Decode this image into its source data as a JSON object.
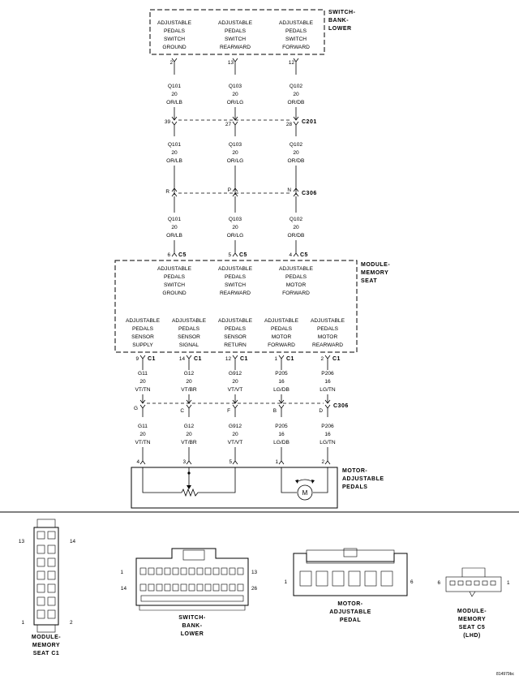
{
  "components": {
    "switch_bank": {
      "name": [
        "SWITCH-",
        "BANK-",
        "LOWER"
      ],
      "switches": [
        [
          "ADJUSTABLE",
          "PEDALS",
          "SWITCH",
          "GROUND"
        ],
        [
          "ADJUSTABLE",
          "PEDALS",
          "SWITCH",
          "REARWARD"
        ],
        [
          "ADJUSTABLE",
          "PEDALS",
          "SWITCH",
          "FORWARD"
        ]
      ]
    },
    "module": {
      "name": [
        "MODULE-",
        "MEMORY",
        "SEAT"
      ],
      "upper": [
        [
          "ADJUSTABLE",
          "PEDALS",
          "SWITCH",
          "GROUND"
        ],
        [
          "ADJUSTABLE",
          "PEDALS",
          "SWITCH",
          "REARWARD"
        ],
        [
          "ADJUSTABLE",
          "PEDALS",
          "MOTOR",
          "FORWARD"
        ]
      ],
      "lower": [
        [
          "ADJUSTABLE",
          "PEDALS",
          "SENSOR",
          "SUPPLY"
        ],
        [
          "ADJUSTABLE",
          "PEDALS",
          "SENSOR",
          "SIGNAL"
        ],
        [
          "ADJUSTABLE",
          "PEDALS",
          "SENSOR",
          "RETURN"
        ],
        [
          "ADJUSTABLE",
          "PEDALS",
          "MOTOR",
          "FORWARD"
        ],
        [
          "ADJUSTABLE",
          "PEDALS",
          "MOTOR",
          "REARWARD"
        ]
      ]
    },
    "motor": {
      "name": [
        "MOTOR-",
        "ADJUSTABLE",
        "PEDALS"
      ],
      "motor_symbol": "M"
    }
  },
  "upper_wires": [
    {
      "switch_pin": "2",
      "c201_pin": "39",
      "c306_pin": "R",
      "c5_pin": "6",
      "circuit": [
        "Q101",
        "20",
        "OR/LB"
      ]
    },
    {
      "switch_pin": "13",
      "c201_pin": "27",
      "c306_pin": "P",
      "c5_pin": "5",
      "circuit": [
        "Q103",
        "20",
        "OR/LG"
      ]
    },
    {
      "switch_pin": "12",
      "c201_pin": "28",
      "c306_pin": "N",
      "c5_pin": "4",
      "circuit": [
        "Q102",
        "20",
        "OR/DB"
      ]
    }
  ],
  "lower_wires": [
    {
      "c1_pin": "9",
      "c306_pin": "G",
      "motor_pin": "4",
      "circuit": [
        "G11",
        "20",
        "VT/TN"
      ]
    },
    {
      "c1_pin": "14",
      "c306_pin": "C",
      "motor_pin": "3",
      "circuit": [
        "G12",
        "20",
        "VT/BR"
      ]
    },
    {
      "c1_pin": "12",
      "c306_pin": "F",
      "motor_pin": "5",
      "circuit": [
        "G912",
        "20",
        "VT/VT"
      ]
    },
    {
      "c1_pin": "1",
      "c306_pin": "B",
      "motor_pin": "1",
      "circuit": [
        "P205",
        "16",
        "LG/DB"
      ]
    },
    {
      "c1_pin": "2",
      "c306_pin": "D",
      "motor_pin": "2",
      "circuit": [
        "P206",
        "16",
        "LG/TN"
      ]
    }
  ],
  "connectors": {
    "c201": "C201",
    "c306": "C306",
    "c5": "C5",
    "c1": "C1"
  },
  "connector_views": [
    {
      "id": "module-memory-seat-c1",
      "label": [
        "MODULE-",
        "MEMORY",
        "SEAT C1"
      ],
      "pins": [
        "13",
        "14",
        "1",
        "2"
      ]
    },
    {
      "id": "switch-bank-lower",
      "label": [
        "SWITCH-",
        "BANK-",
        "LOWER"
      ],
      "pins": [
        "1",
        "13",
        "14",
        "26"
      ]
    },
    {
      "id": "motor-adjustable-pedal",
      "label": [
        "MOTOR-",
        "ADJUSTABLE",
        "PEDAL"
      ],
      "pins": [
        "1",
        "6"
      ]
    },
    {
      "id": "module-memory-seat-c5",
      "label": [
        "MODULE-",
        "MEMORY",
        "SEAT C5",
        "(LHD)"
      ],
      "pins": [
        "6",
        "1"
      ]
    }
  ],
  "figure_id": "814979bc"
}
